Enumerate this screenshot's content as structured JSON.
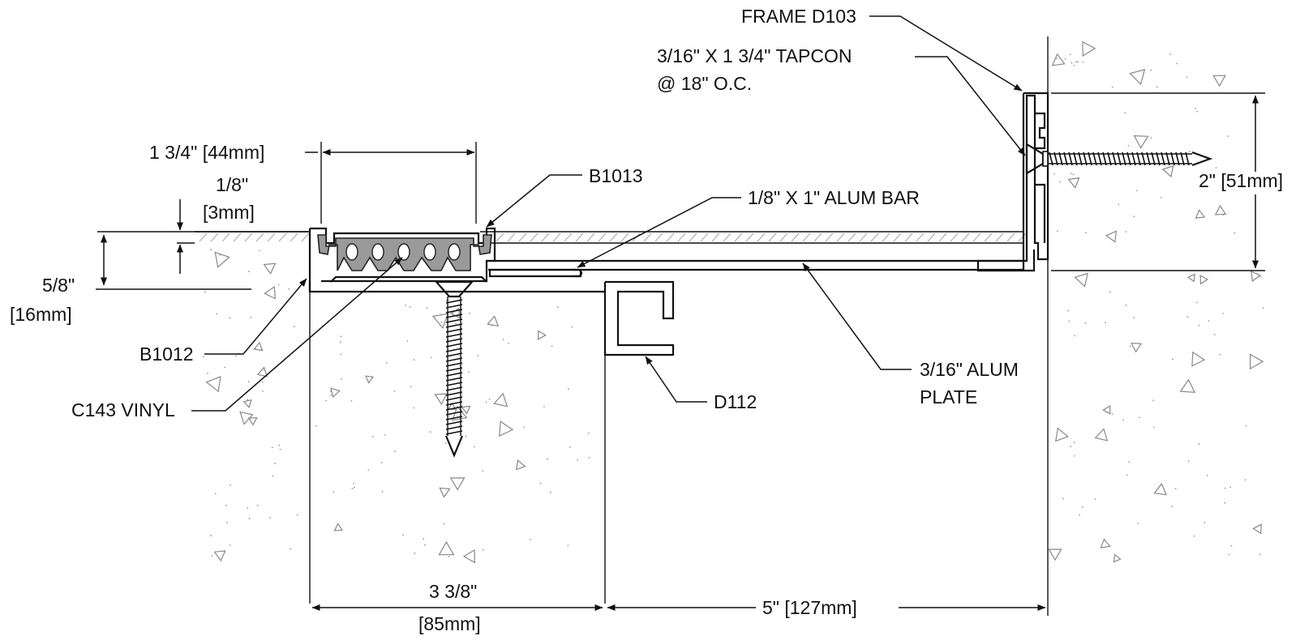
{
  "drawing": {
    "labels": {
      "frame": "FRAME D103",
      "tapcon_line1": "3/16\" X 1 3/4\" TAPCON",
      "tapcon_line2": "@ 18\" O.C.",
      "b1013": "B1013",
      "alum_bar": "1/8\" X 1\"  ALUM BAR",
      "b1012": "B1012",
      "vinyl": "C143 VINYL",
      "d112": "D112",
      "alum_plate_line1": "3/16\" ALUM",
      "alum_plate_line2": "PLATE"
    },
    "dimensions": {
      "width_top": "1 3/4\" [44mm]",
      "depth_small_line1": "1/8\"",
      "depth_small_line2": "[3mm]",
      "depth_line1": "5/8\"",
      "depth_line2": "[16mm]",
      "height_right": "2\" [51mm]",
      "bottom_left_line1": "3 3/8\"",
      "bottom_left_line2": "[85mm]",
      "bottom_right": "5\" [127mm]"
    }
  }
}
